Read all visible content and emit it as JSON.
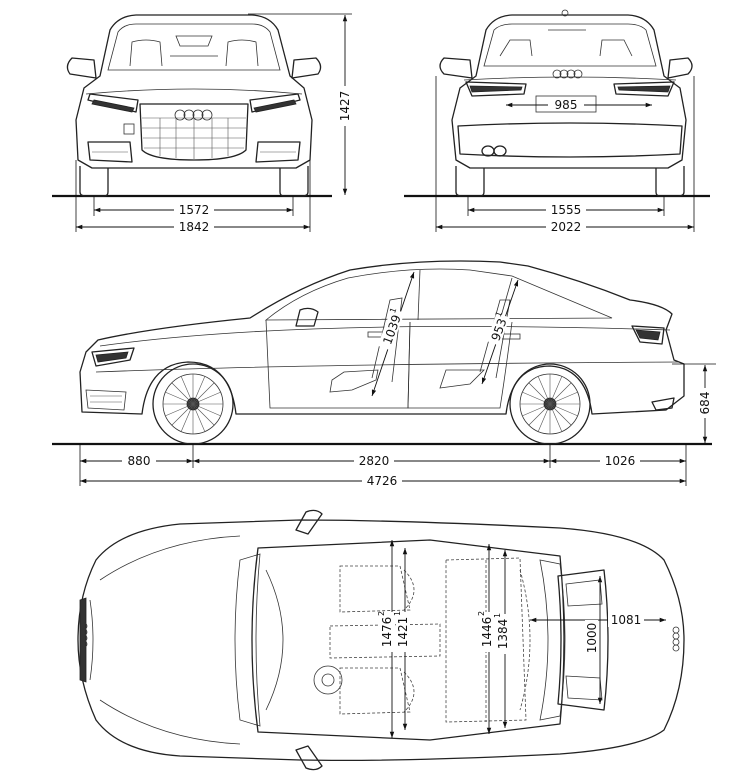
{
  "dimensions": {
    "front_height": "1427",
    "front_track": "1572",
    "front_width": "1842",
    "rear_trunk_width": "985",
    "rear_track": "1555",
    "rear_width_mirrors": "2022",
    "front_headroom": "1039",
    "front_headroom_sup": "1",
    "rear_headroom": "953",
    "rear_headroom_sup": "1",
    "loading_height": "684",
    "front_overhang": "880",
    "wheelbase": "2820",
    "rear_overhang": "1026",
    "overall_length": "4726",
    "front_shoulder_width": "1476",
    "front_shoulder_width_sup": "2",
    "front_elbow_width": "1421",
    "front_elbow_width_sup": "1",
    "rear_shoulder_width": "1446",
    "rear_shoulder_width_sup": "2",
    "rear_elbow_width": "1384",
    "rear_elbow_width_sup": "1",
    "trunk_width": "1000",
    "trunk_length": "1081"
  }
}
